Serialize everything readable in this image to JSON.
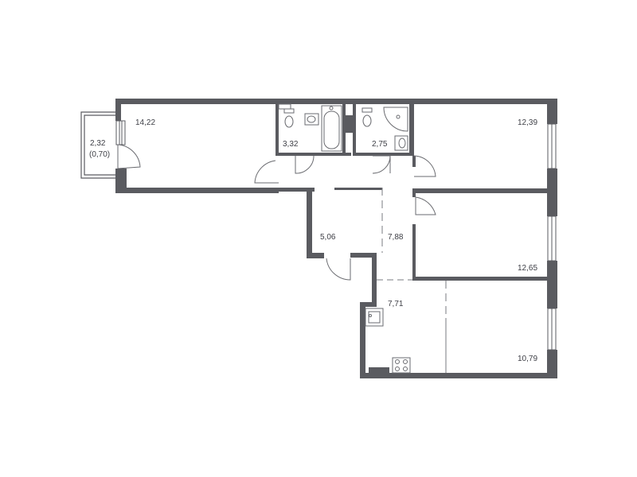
{
  "rooms": {
    "balcony": {
      "area": "2,32",
      "area_coef": "(0,70)"
    },
    "living_left": {
      "area": "14,22"
    },
    "bathroom": {
      "area": "3,32"
    },
    "wc": {
      "area": "2,75"
    },
    "bedroom_top_right": {
      "area": "12,39"
    },
    "storage": {
      "area": "5,06"
    },
    "hallway": {
      "area": "7,88"
    },
    "bedroom_mid_right": {
      "area": "12,65"
    },
    "kitchen": {
      "area": "7,71"
    },
    "living_bottom_right": {
      "area": "10,79"
    }
  },
  "colors": {
    "wall": "#5a5b60",
    "fixture": "#6a6b70",
    "line": "#7a7b80",
    "text": "#3f4047"
  }
}
